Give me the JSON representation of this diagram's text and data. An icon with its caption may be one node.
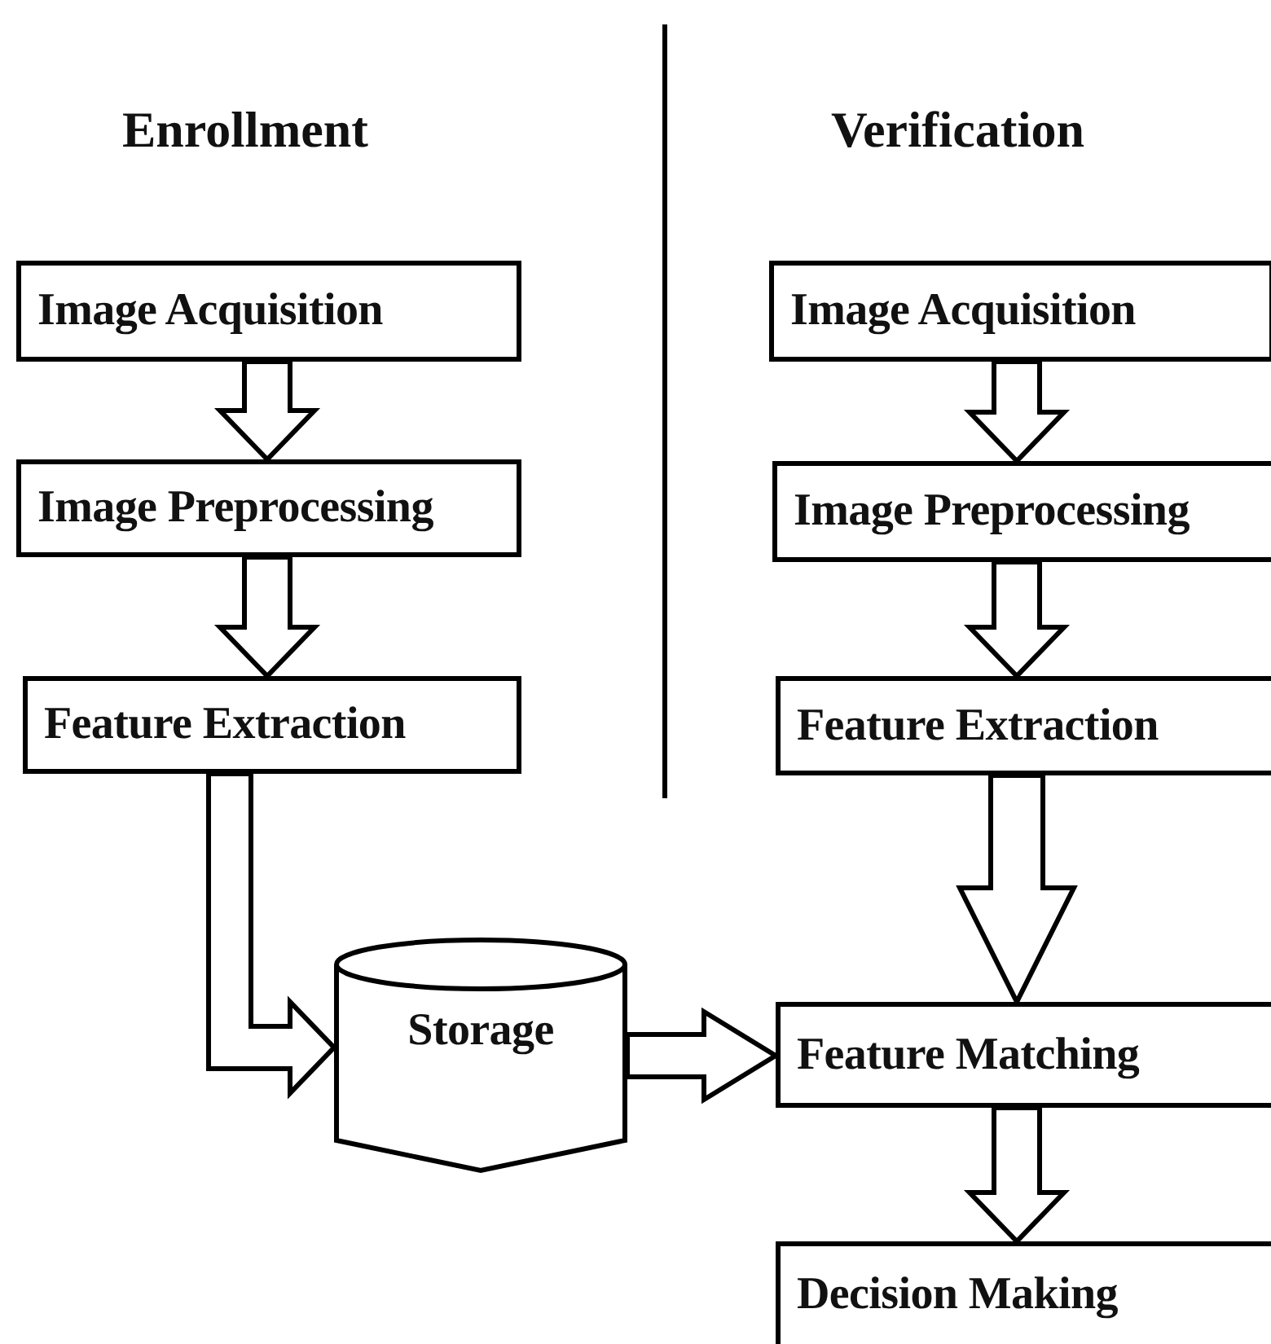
{
  "diagram": {
    "nodes": [
      {
        "text": [
          "Image Acquisition"
        ]
      },
      {
        "text": [
          "Image Preprocessing"
        ]
      },
      {
        "text": [
          "Feature Extraction"
        ]
      },
      {
        "text": [
          "Image Acquisition"
        ]
      },
      {
        "text": [
          "Image Preprocessing"
        ]
      },
      {
        "text": [
          "Feature Extraction"
        ]
      },
      {
        "text": [
          "Storage"
        ]
      },
      {
        "text": [
          "Feature Matching"
        ]
      },
      {
        "text": [
          "Decision Making"
        ]
      }
    ],
    "edges": [
      {
        "from": 0,
        "to": 1,
        "arrow": "to"
      },
      {
        "from": 1,
        "to": 2,
        "arrow": "to"
      },
      {
        "from": 2,
        "to": 6,
        "arrow": "to"
      },
      {
        "from": 3,
        "to": 4,
        "arrow": "to"
      },
      {
        "from": 4,
        "to": 5,
        "arrow": "to"
      },
      {
        "from": 5,
        "to": 7,
        "arrow": "to"
      },
      {
        "from": 6,
        "to": 7,
        "arrow": "to"
      },
      {
        "from": 7,
        "to": 8,
        "arrow": "to"
      }
    ],
    "labels": [
      "Enrollment",
      "Verification"
    ]
  }
}
